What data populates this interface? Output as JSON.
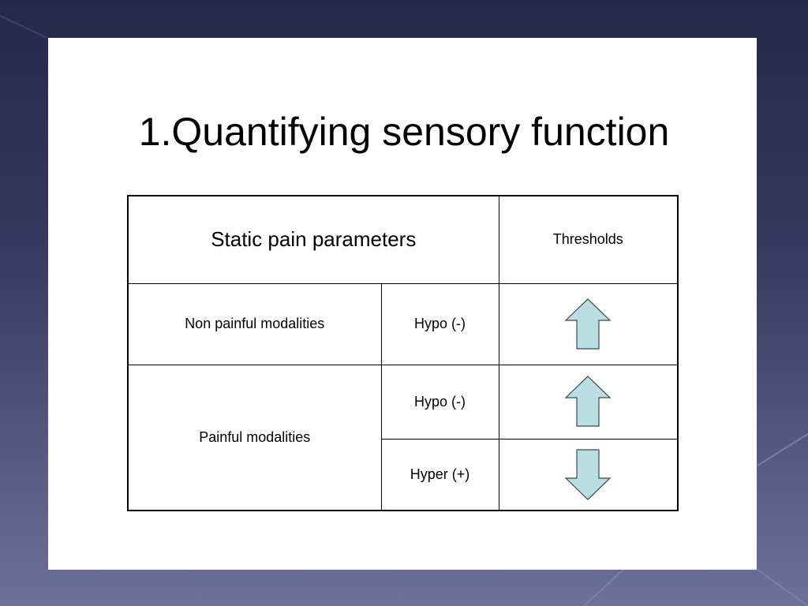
{
  "slide": {
    "title": "1.Quantifying sensory function"
  },
  "table": {
    "header": {
      "parameters_label": "Static pain parameters",
      "thresholds_label": "Thresholds"
    },
    "rows": [
      {
        "modality": "Non painful modalities",
        "change": "Hypo (-)",
        "threshold_direction": "up"
      },
      {
        "modality": "Painful modalities",
        "change": "Hypo (-)",
        "threshold_direction": "up"
      },
      {
        "modality": "Painful modalities",
        "change": "Hyper (+)",
        "threshold_direction": "down"
      }
    ]
  },
  "colors": {
    "arrow_fill": "#b9dfe3",
    "arrow_stroke": "#3a4a4c",
    "background_dark": "#25284a",
    "background_light": "#6c719a"
  },
  "icons": {
    "up": "up-arrow-icon",
    "down": "down-arrow-icon"
  }
}
